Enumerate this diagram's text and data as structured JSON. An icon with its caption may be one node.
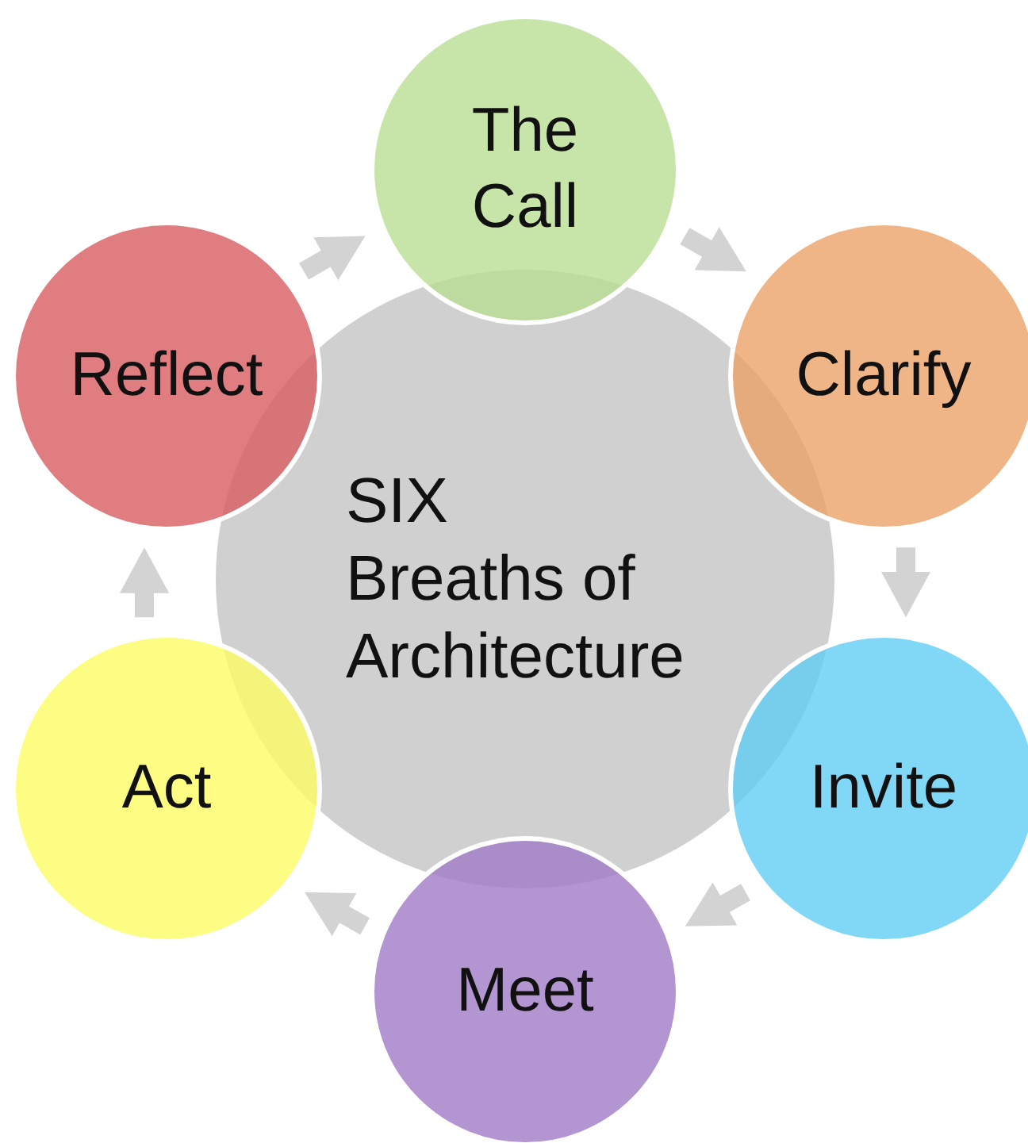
{
  "diagram": {
    "nodes": [
      {
        "text": [
          "SIX",
          "Breaths of Architecture"
        ]
      },
      {
        "text": [
          "The Call"
        ]
      },
      {
        "text": [
          "Clarify"
        ]
      },
      {
        "text": [
          "Invite"
        ]
      },
      {
        "text": [
          "Meet"
        ]
      },
      {
        "text": [
          "Act"
        ]
      },
      {
        "text": [
          "Reflect"
        ]
      }
    ],
    "edges": [
      {
        "from": 1,
        "to": 2,
        "arrow": "to"
      },
      {
        "from": 2,
        "to": 3,
        "arrow": "to"
      },
      {
        "from": 3,
        "to": 4,
        "arrow": "to"
      },
      {
        "from": 4,
        "to": 5,
        "arrow": "to"
      },
      {
        "from": 5,
        "to": 6,
        "arrow": "to"
      },
      {
        "from": 6,
        "to": 1,
        "arrow": "to"
      }
    ]
  }
}
